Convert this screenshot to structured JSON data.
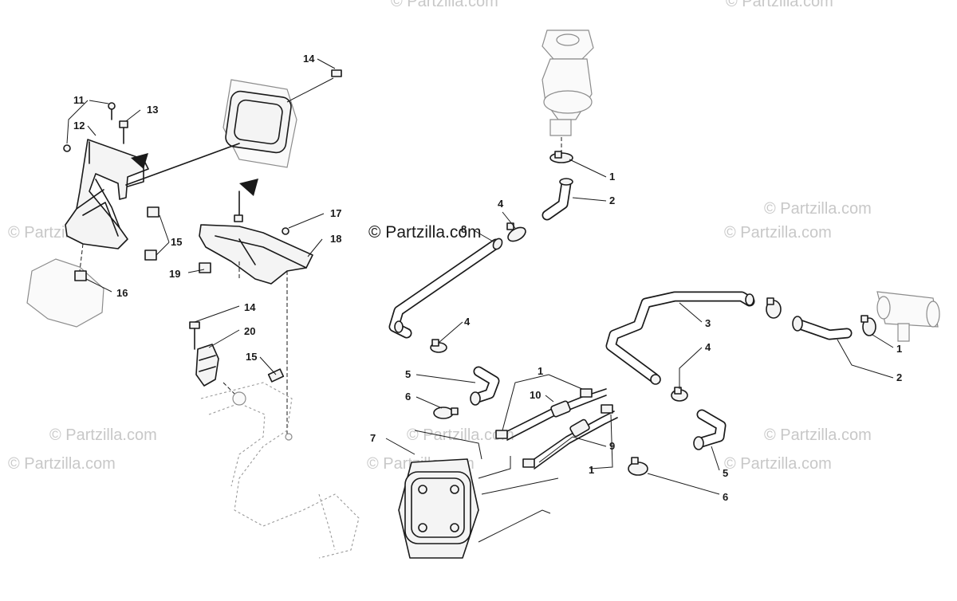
{
  "watermark": {
    "text": "© Partzilla.com",
    "color": "#c8c8c8"
  },
  "copyright_label": "© Partzilla.com",
  "callouts": {
    "c1a": "1",
    "c1b": "1",
    "c1c": "1",
    "c1d": "1",
    "c2a": "2",
    "c2b": "2",
    "c3": "3",
    "c4a": "4",
    "c4b": "4",
    "c4c": "4",
    "c5a": "5",
    "c5b": "5",
    "c6a": "6",
    "c6b": "6",
    "c7": "7",
    "c8": "8",
    "c9": "9",
    "c10": "10",
    "c11": "11",
    "c12": "12",
    "c13": "13",
    "c14a": "14",
    "c14b": "14",
    "c15a": "15",
    "c15b": "15",
    "c16": "16",
    "c17": "17",
    "c18": "18",
    "c19": "19",
    "c20": "20"
  },
  "icons": [
    "direction-arrow-icon",
    "direction-arrow-icon"
  ],
  "colors": {
    "line": "#1a1a1a",
    "background": "#ffffff",
    "ghost": "#9a9a9a"
  }
}
